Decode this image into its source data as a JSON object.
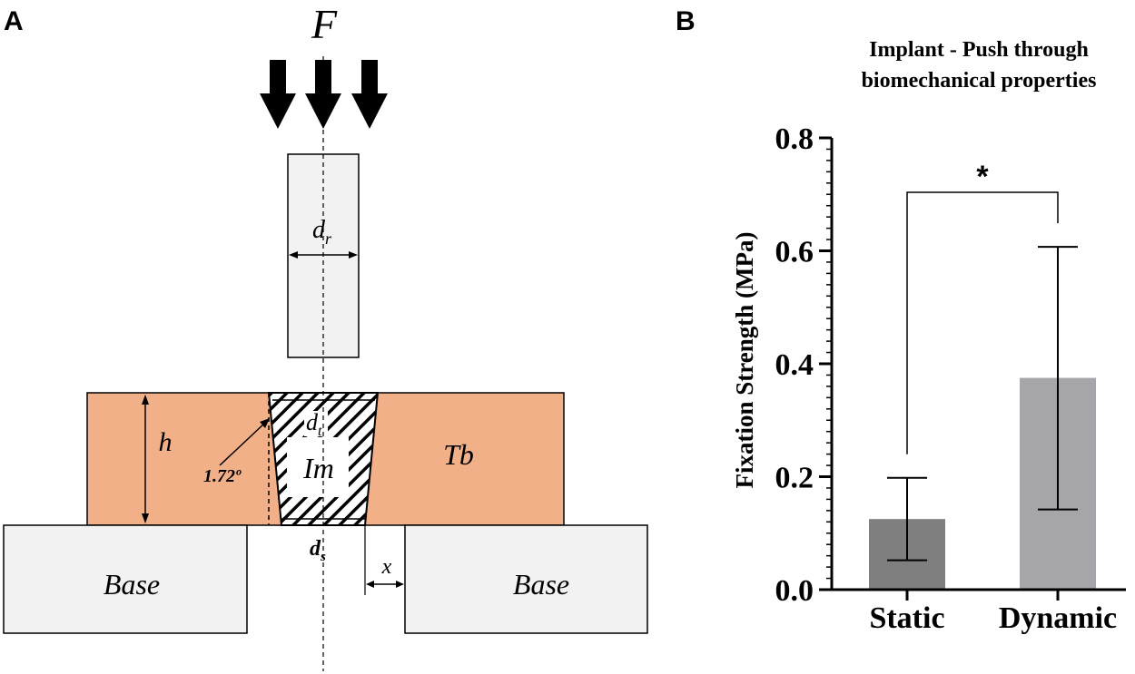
{
  "panels": {
    "a_label": "A",
    "b_label": "B"
  },
  "diagram": {
    "force_label": "F",
    "rod_diameter_label": "d",
    "rod_diameter_sub": "r",
    "top_diameter_label": "d",
    "top_diameter_sub": "t",
    "bottom_diameter_label": "d",
    "bottom_diameter_sub": "s",
    "height_label": "h",
    "angle_label": "1.72º",
    "implant_label": "Im",
    "bone_label": "Tb",
    "gap_label": "x",
    "base_left_label": "Base",
    "base_right_label": "Base",
    "colors": {
      "bone": "#f2b088",
      "rod_and_base": "#f2f2f2",
      "outline": "#000000"
    }
  },
  "chart_data": {
    "type": "bar",
    "title_lines": [
      "Implant - Push through",
      "biomechanical properties"
    ],
    "ylabel": "Fixation Strength (MPa)",
    "xlabel": "",
    "categories": [
      "Static",
      "Dynamic"
    ],
    "values": [
      0.125,
      0.375
    ],
    "error_low": [
      0.052,
      0.142
    ],
    "error_high": [
      0.198,
      0.607
    ],
    "bar_colors": [
      "#7f7f7f",
      "#a6a6aa"
    ],
    "ylim": [
      0,
      0.8
    ],
    "yticks": [
      0.0,
      0.2,
      0.4,
      0.6,
      0.8
    ],
    "ytick_labels": [
      "0.0",
      "0.2",
      "0.4",
      "0.6",
      "0.8"
    ],
    "significance": {
      "between": [
        "Static",
        "Dynamic"
      ],
      "label": "*"
    },
    "grid": false,
    "legend": "none"
  }
}
